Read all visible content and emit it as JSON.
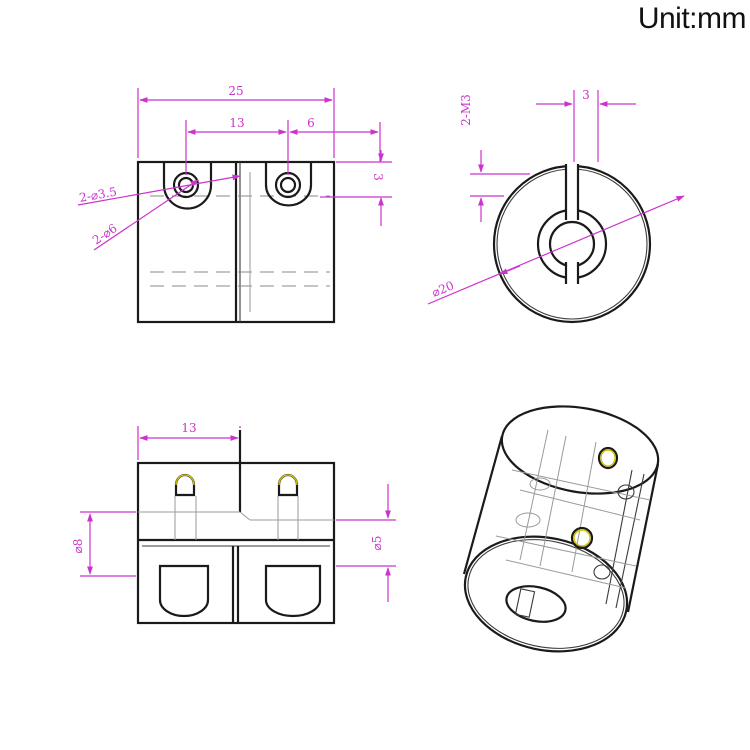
{
  "unit_label": "Unit:mm",
  "front_view": {
    "dim_overall_width": "25",
    "dim_hole_spacing": "13",
    "dim_edge_offset": "6",
    "dim_hole_height": "3",
    "callout_counterbore": "2-⌀3.5",
    "callout_head_dia": "2-⌀6"
  },
  "end_view": {
    "dim_slot_width": "3",
    "callout_set_screw": "2-M3",
    "callout_outer_dia": "⌀20"
  },
  "bottom_view": {
    "dim_hole_spacing": "13",
    "dim_bore_left": "⌀8",
    "dim_bore_right": "⌀5"
  },
  "colors": {
    "dimension": "#cc33cc",
    "outline": "#1a1a1a",
    "hole_highlight": "#d4c400"
  }
}
